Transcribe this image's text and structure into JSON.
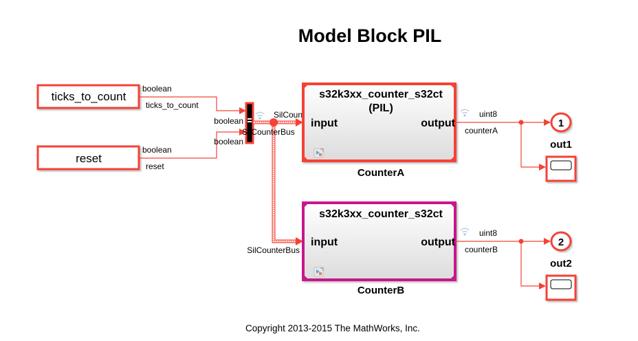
{
  "title": "Model Block PIL",
  "copyright": "Copyright 2013-2015 The MathWorks, Inc.",
  "colors": {
    "highlight": "#f44336",
    "counterB_border": "#c8188c",
    "block_fill_top": "#ffffff",
    "block_fill_bottom": "#dcdcdc"
  },
  "inports": [
    {
      "name": "ticks_to_count",
      "out_type": "boolean",
      "signal_name": "ticks_to_count"
    },
    {
      "name": "reset",
      "out_type": "boolean",
      "signal_name": "reset"
    }
  ],
  "bus_creator": {
    "input_types": [
      "boolean",
      "boolean"
    ],
    "output_signal": "SilCounterBus",
    "output_signal_below": "SilCounterBus",
    "icon": "wifi-icon"
  },
  "model_blocks": [
    {
      "name": "CounterA",
      "ref_model": "s32k3xx_counter_s32ct",
      "mode": "(PIL)",
      "input_port": "input",
      "output_port": "output",
      "out_type": "uint8",
      "out_signal": "counterA",
      "icon": "model-reference-icon"
    },
    {
      "name": "CounterB",
      "ref_model": "s32k3xx_counter_s32ct",
      "mode": "",
      "input_port": "input",
      "output_port": "output",
      "in_signal": "SilCounterBus",
      "out_type": "uint8",
      "out_signal": "counterB",
      "icon": "model-reference-icon"
    }
  ],
  "outports": [
    {
      "number": "1",
      "name": "out1"
    },
    {
      "number": "2",
      "name": "out2"
    }
  ],
  "displays": [
    {
      "name": "display-1",
      "value": ""
    },
    {
      "name": "display-2",
      "value": ""
    }
  ]
}
